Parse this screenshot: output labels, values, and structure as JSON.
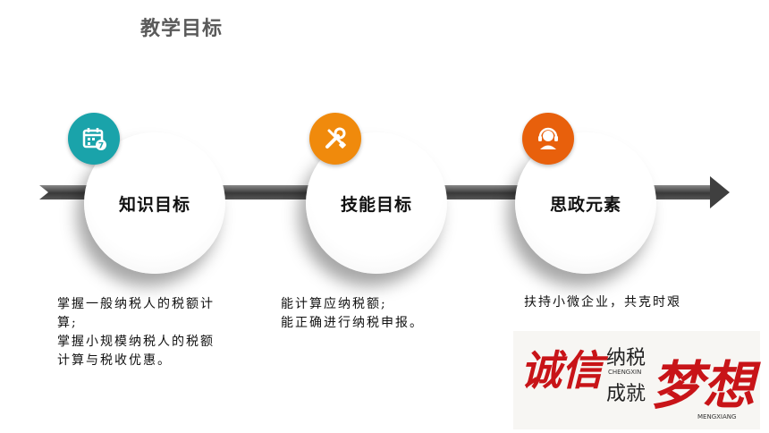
{
  "page": {
    "title": "教学目标"
  },
  "goals": [
    {
      "label": "知识目标",
      "icon": "calendar-icon",
      "color": "#1aa3aa"
    },
    {
      "label": "技能目标",
      "icon": "tools-icon",
      "color": "#f08a0c"
    },
    {
      "label": "思政元素",
      "icon": "customer-service-icon",
      "color": "#e8600c"
    }
  ],
  "descriptions": {
    "knowledge": [
      "掌握一般纳税人的税额计",
      "算;",
      "掌握小规模纳税人的税额",
      "计算与税收优惠。"
    ],
    "skills": [
      "能计算应纳税额;",
      "能正确进行纳税申报。"
    ],
    "ideology": [
      "扶持小微企业，共克时艰"
    ]
  },
  "logo": {
    "big1": "诚信",
    "small1": "纳税",
    "small2": "成就",
    "big2": "梦想",
    "pinyin1": "CHENGXIN",
    "pinyin2": "MENGXIANG",
    "color": "#c81418"
  }
}
